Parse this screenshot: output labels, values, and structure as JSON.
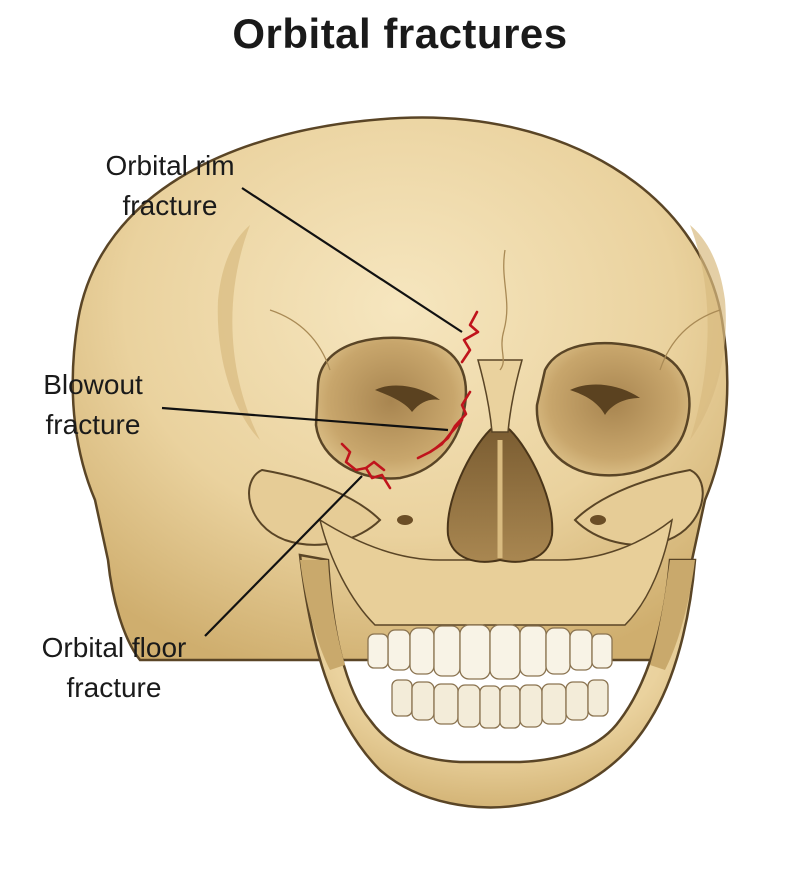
{
  "title": "Orbital fractures",
  "labels": {
    "rim": {
      "line1": "Orbital rim",
      "line2": "fracture"
    },
    "blowout": {
      "line1": "Blowout",
      "line2": "fracture"
    },
    "floor": {
      "line1": "Orbital floor",
      "line2": "fracture"
    }
  },
  "colors": {
    "bone": "#e9d3a1",
    "bone_shadow": "#c9a96c",
    "outline": "#5a4526",
    "fracture": "#c0141c",
    "glow": "#f6a89a",
    "teeth": "#f8f3e6"
  }
}
